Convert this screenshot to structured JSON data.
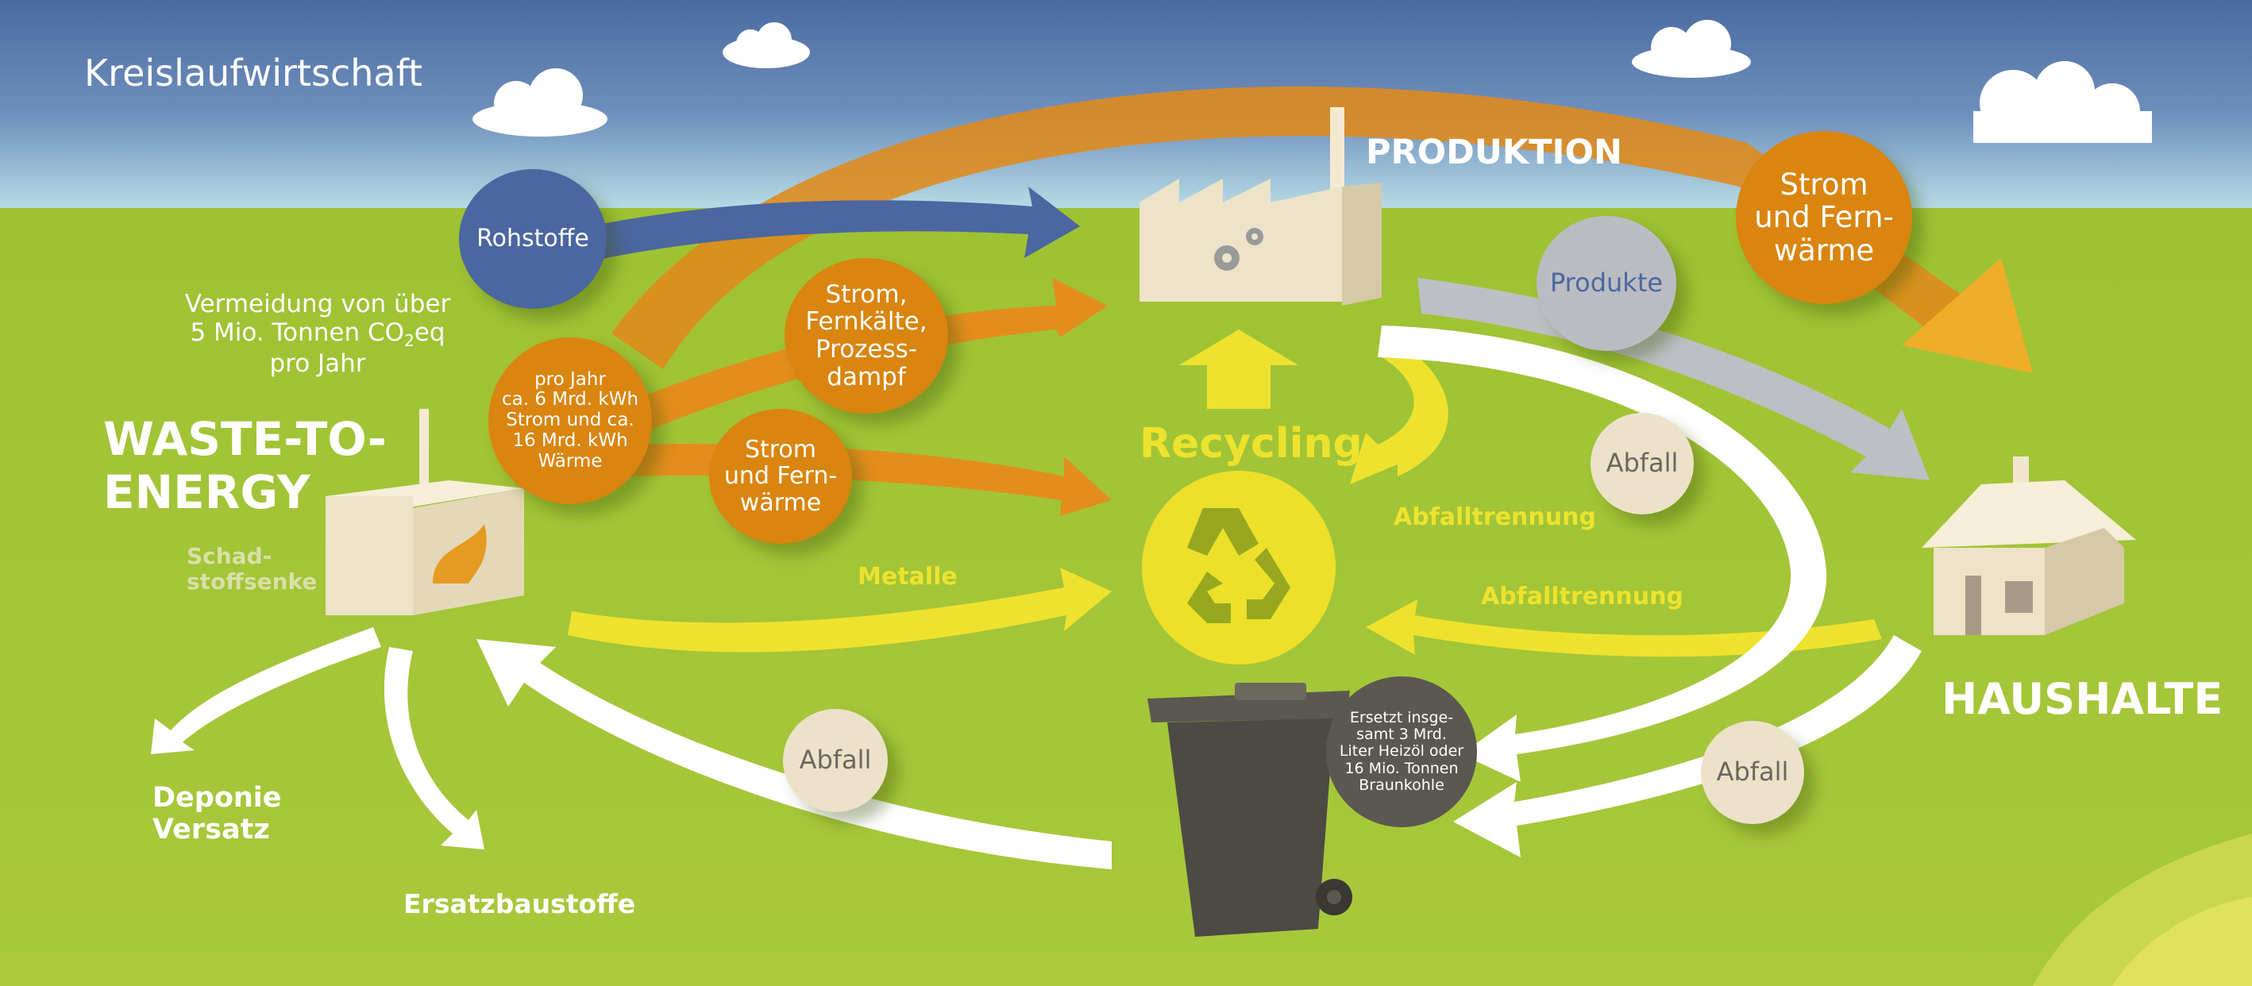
{
  "title": "Kreislaufwirtschaft",
  "colors": {
    "sky_top": "#4b6aa0",
    "sky_bottom": "#b9dde6",
    "grass": "#a6c63a",
    "orange": "#e08a1a",
    "blue": "#4c66a0",
    "grey": "#b9bdc2",
    "yellow": "#ede32e",
    "beige": "#ece2c9",
    "bin": "#4c4a44"
  },
  "nodes": {
    "waste_to_energy": "WASTE-TO-\nENERGY",
    "schadstoffsenke": "Schad-\nstoffsenke",
    "produktion": "PRODUKTION",
    "haushalte": "HAUSHALTE",
    "recycling": "Recycling"
  },
  "labels": {
    "vermeidung": "Vermeidung von über\n5 Mio. Tonnen CO",
    "vermeidung_sub": "2",
    "vermeidung_tail": "eq\npro Jahr",
    "metalle": "Metalle",
    "abfalltrennung_1": "Abfalltrennung",
    "abfalltrennung_2": "Abfalltrennung",
    "deponie": "Deponie\nVersatz",
    "ersatzbaustoffe": "Ersatzbaustoffe"
  },
  "circles": {
    "rohstoffe": "Rohstoffe",
    "strom_fernkaelte": "Strom,\nFernkälte,\nProzess-\ndampf",
    "pro_jahr": "pro Jahr\nca.  6 Mrd. kWh\nStrom und ca.\n16 Mrd. kWh\nWärme",
    "strom_fernwaerme_left": "Strom\nund Fern-\nwärme",
    "strom_fernwaerme_right": "Strom\nund Fern-\nwärme",
    "produkte": "Produkte",
    "abfall_1": "Abfall",
    "abfall_2": "Abfall",
    "abfall_3": "Abfall",
    "ersetzt": "Ersetzt insge-\nsamt 3 Mrd.\nLiter Heizöl oder\n16 Mio. Tonnen\nBraunkohle"
  },
  "icons": [
    "cloud-icon",
    "factory-icon",
    "gear-icon",
    "house-icon",
    "recycling-icon",
    "waste-bin-icon",
    "flame-icon"
  ]
}
